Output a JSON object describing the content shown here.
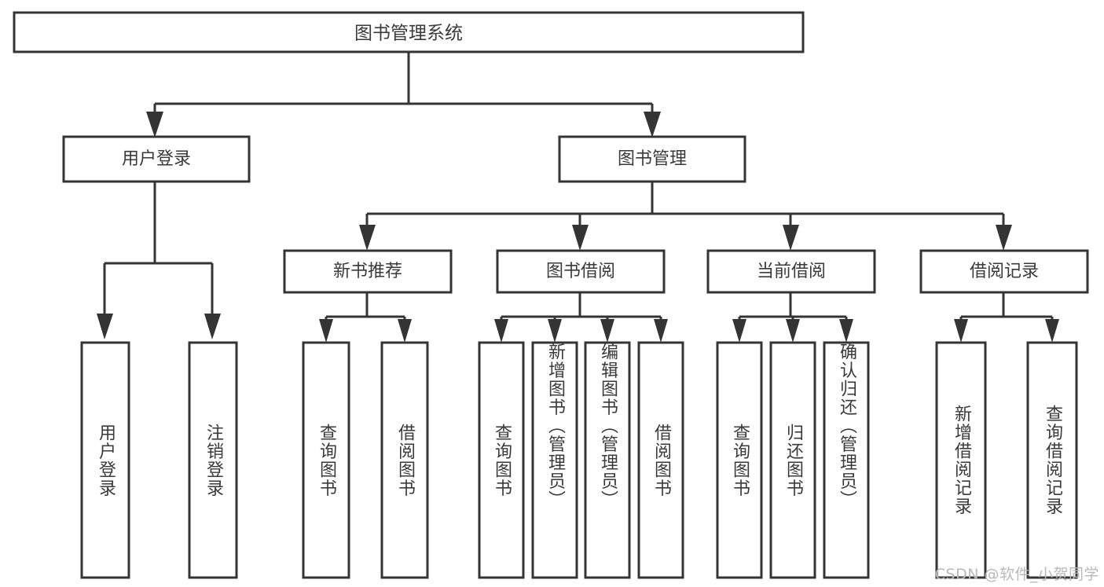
{
  "diagram": {
    "type": "tree-hierarchy-chart",
    "title": "图书管理系统",
    "colors": {
      "stroke": "#343434",
      "box_fill": "#ffffff",
      "text": "#3a3a3a",
      "background": "#ffffff",
      "watermark": "#b9b9b9"
    },
    "root": {
      "id": "root",
      "label": "图书管理系统",
      "orientation": "horizontal"
    },
    "level2": [
      {
        "id": "user-login",
        "label": "用户登录",
        "orientation": "horizontal"
      },
      {
        "id": "book-management",
        "label": "图书管理",
        "orientation": "horizontal"
      }
    ],
    "level3": [
      {
        "id": "new-book-recommend",
        "label": "新书推荐",
        "orientation": "horizontal",
        "parent": "book-management"
      },
      {
        "id": "book-borrow",
        "label": "图书借阅",
        "orientation": "horizontal",
        "parent": "book-management"
      },
      {
        "id": "current-borrow",
        "label": "当前借阅",
        "orientation": "horizontal",
        "parent": "book-management"
      },
      {
        "id": "borrow-record",
        "label": "借阅记录",
        "orientation": "horizontal",
        "parent": "book-management"
      }
    ],
    "leaves": [
      {
        "id": "leaf-user-login",
        "label": "用户登录",
        "orientation": "vertical",
        "parent": "user-login"
      },
      {
        "id": "leaf-logout",
        "label": "注销登录",
        "orientation": "vertical",
        "parent": "user-login"
      },
      {
        "id": "leaf-query-book-1",
        "label": "查询图书",
        "orientation": "vertical",
        "parent": "new-book-recommend"
      },
      {
        "id": "leaf-borrow-book-1",
        "label": "借阅图书",
        "orientation": "vertical",
        "parent": "new-book-recommend"
      },
      {
        "id": "leaf-query-book-2",
        "label": "查询图书",
        "orientation": "vertical",
        "parent": "book-borrow"
      },
      {
        "id": "leaf-add-book",
        "label": "新增图书（管理员）",
        "orientation": "vertical",
        "parent": "book-borrow"
      },
      {
        "id": "leaf-edit-book",
        "label": "编辑图书（管理员）",
        "orientation": "vertical",
        "parent": "book-borrow"
      },
      {
        "id": "leaf-borrow-book-2",
        "label": "借阅图书",
        "orientation": "vertical",
        "parent": "book-borrow"
      },
      {
        "id": "leaf-query-book-3",
        "label": "查询图书",
        "orientation": "vertical",
        "parent": "current-borrow"
      },
      {
        "id": "leaf-return-book",
        "label": "归还图书",
        "orientation": "vertical",
        "parent": "current-borrow"
      },
      {
        "id": "leaf-confirm-return",
        "label": "确认归还（管理员）",
        "orientation": "vertical",
        "parent": "current-borrow"
      },
      {
        "id": "leaf-add-record",
        "label": "新增借阅记录",
        "orientation": "vertical",
        "parent": "borrow-record"
      },
      {
        "id": "leaf-query-record",
        "label": "查询借阅记录",
        "orientation": "vertical",
        "parent": "borrow-record"
      }
    ]
  },
  "watermark": {
    "text": "CSDN @软件_小贺同学"
  }
}
